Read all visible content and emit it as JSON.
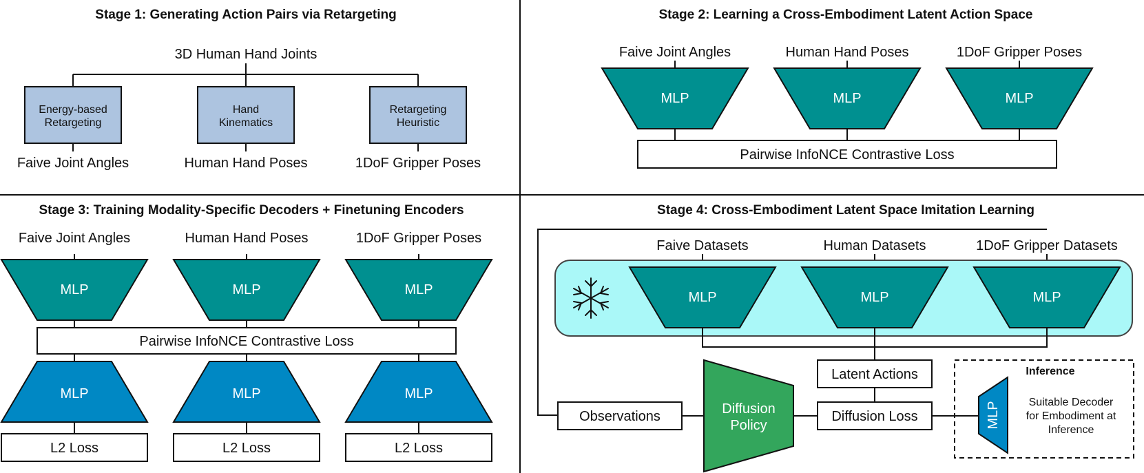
{
  "stage1": {
    "title": "Stage 1: Generating Action Pairs via Retargeting",
    "root": "3D Human Hand Joints",
    "boxes": [
      [
        "Energy-based",
        "Retargeting"
      ],
      [
        "Hand",
        "Kinematics"
      ],
      [
        "Retargeting",
        "Heuristic"
      ]
    ],
    "outputs": [
      "Faive Joint Angles",
      "Human Hand Poses",
      "1DoF Gripper Poses"
    ]
  },
  "stage2": {
    "title": "Stage 2: Learning a Cross-Embodiment Latent Action Space",
    "inputs": [
      "Faive Joint Angles",
      "Human Hand Poses",
      "1DoF Gripper Poses"
    ],
    "mlp": "MLP",
    "loss": "Pairwise InfoNCE Contrastive Loss"
  },
  "stage3": {
    "title": "Stage 3: Training Modality-Specific Decoders + Finetuning Encoders",
    "inputs": [
      "Faive Joint Angles",
      "Human Hand Poses",
      "1DoF Gripper Poses"
    ],
    "mlp": "MLP",
    "contrastive": "Pairwise InfoNCE Contrastive Loss",
    "l2": "L2 Loss"
  },
  "stage4": {
    "title": "Stage 4: Cross-Embodiment Latent Space Imitation Learning",
    "datasets": [
      "Faive Datasets",
      "Human Datasets",
      "1DoF Gripper Datasets"
    ],
    "mlp": "MLP",
    "latent": "Latent Actions",
    "observations": "Observations",
    "policy": [
      "Diffusion",
      "Policy"
    ],
    "diffusion_loss": "Diffusion Loss",
    "inference_title": "Inference",
    "inference_text": [
      "Suitable Decoder",
      "for Embodiment at",
      "Inference"
    ]
  },
  "colors": {
    "encoder": "#009090",
    "decoder": "#0088c4",
    "policy": "#33a65c",
    "frozen_region": "#aaf8f8",
    "retarget_box": "#adc4e0"
  },
  "icons": {
    "frozen": "snowflake-icon"
  }
}
